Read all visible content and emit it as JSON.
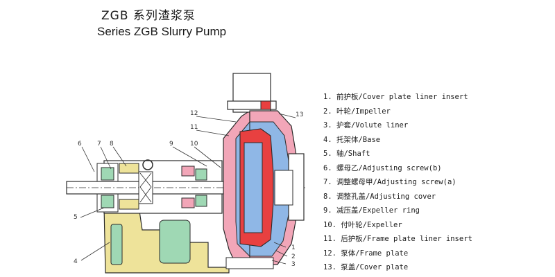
{
  "title": {
    "cn": "ZGB 系列渣浆泵",
    "en": "Series ZGB Slurry Pump"
  },
  "parts": [
    {
      "num": "1.",
      "cn": "前护板",
      "en": "/Cover plate liner insert"
    },
    {
      "num": "2.",
      "cn": "叶轮",
      "en": "/Impeller"
    },
    {
      "num": "3.",
      "cn": "护套",
      "en": "/Volute liner"
    },
    {
      "num": "4.",
      "cn": "托架体",
      "en": "/Base"
    },
    {
      "num": "5.",
      "cn": "轴",
      "en": "/Shaft"
    },
    {
      "num": "6.",
      "cn": "螺母乙",
      "en": "/Adjusting screw(b)"
    },
    {
      "num": "7.",
      "cn": "调整螺母甲",
      "en": "/Adjusting screw(a)"
    },
    {
      "num": "8.",
      "cn": "调整孔盖",
      "en": "/Adjusting cover"
    },
    {
      "num": "9.",
      "cn": "减压盖",
      "en": "/Expeller ring"
    },
    {
      "num": "10.",
      "cn": "付叶轮",
      "en": "/Expeller"
    },
    {
      "num": "11.",
      "cn": "后护板",
      "en": "/Frame plate liner insert"
    },
    {
      "num": "12.",
      "cn": "泵体",
      "en": "/Frame plate"
    },
    {
      "num": "13.",
      "cn": "泵盖",
      "en": "/Cover plate"
    }
  ],
  "callouts": [
    "1",
    "2",
    "3",
    "4",
    "5",
    "6",
    "7",
    "8",
    "9",
    "10",
    "11",
    "12",
    "13"
  ],
  "colors": {
    "casing_pink": "#f2a6b8",
    "liner_blue": "#8fb7e6",
    "impeller_red": "#e84040",
    "base_yellow": "#eee39a",
    "base_green": "#9fd8b4",
    "line": "#2b2b2b"
  }
}
